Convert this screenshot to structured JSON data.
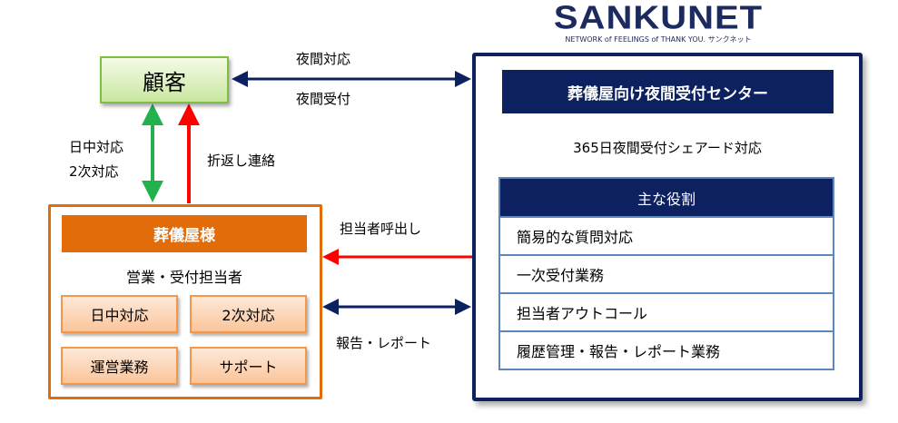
{
  "logo": {
    "name": "SANKUNET",
    "tagline": "NETWORK of FEELINGS of THANK YOU.  サンクネット"
  },
  "customer": {
    "label": "顧客"
  },
  "arrows": {
    "night_top": "夜間対応",
    "night_bottom": "夜間受付",
    "day": "日中対応",
    "second": "2次対応",
    "callback": "折返し連絡",
    "call_staff": "担当者呼出し",
    "report": "報告・レポート"
  },
  "funeral": {
    "title": "葬儀屋様",
    "subtitle": "営業・受付担当者",
    "tiles": [
      "日中対応",
      "2次対応",
      "運営業務",
      "サポート"
    ]
  },
  "center": {
    "title": "葬儀屋向け夜間受付センター",
    "subtitle": "365日夜間受付シェアード対応",
    "table_header": "主な役割",
    "roles": [
      "簡易的な質問対応",
      "一次受付業務",
      "担当者アウトコール",
      "履歴管理・報告・レポート業務"
    ]
  },
  "colors": {
    "navy": "#0d2060",
    "orange": "#e36c0a",
    "green": "#22b14c",
    "red": "#ff0000"
  }
}
